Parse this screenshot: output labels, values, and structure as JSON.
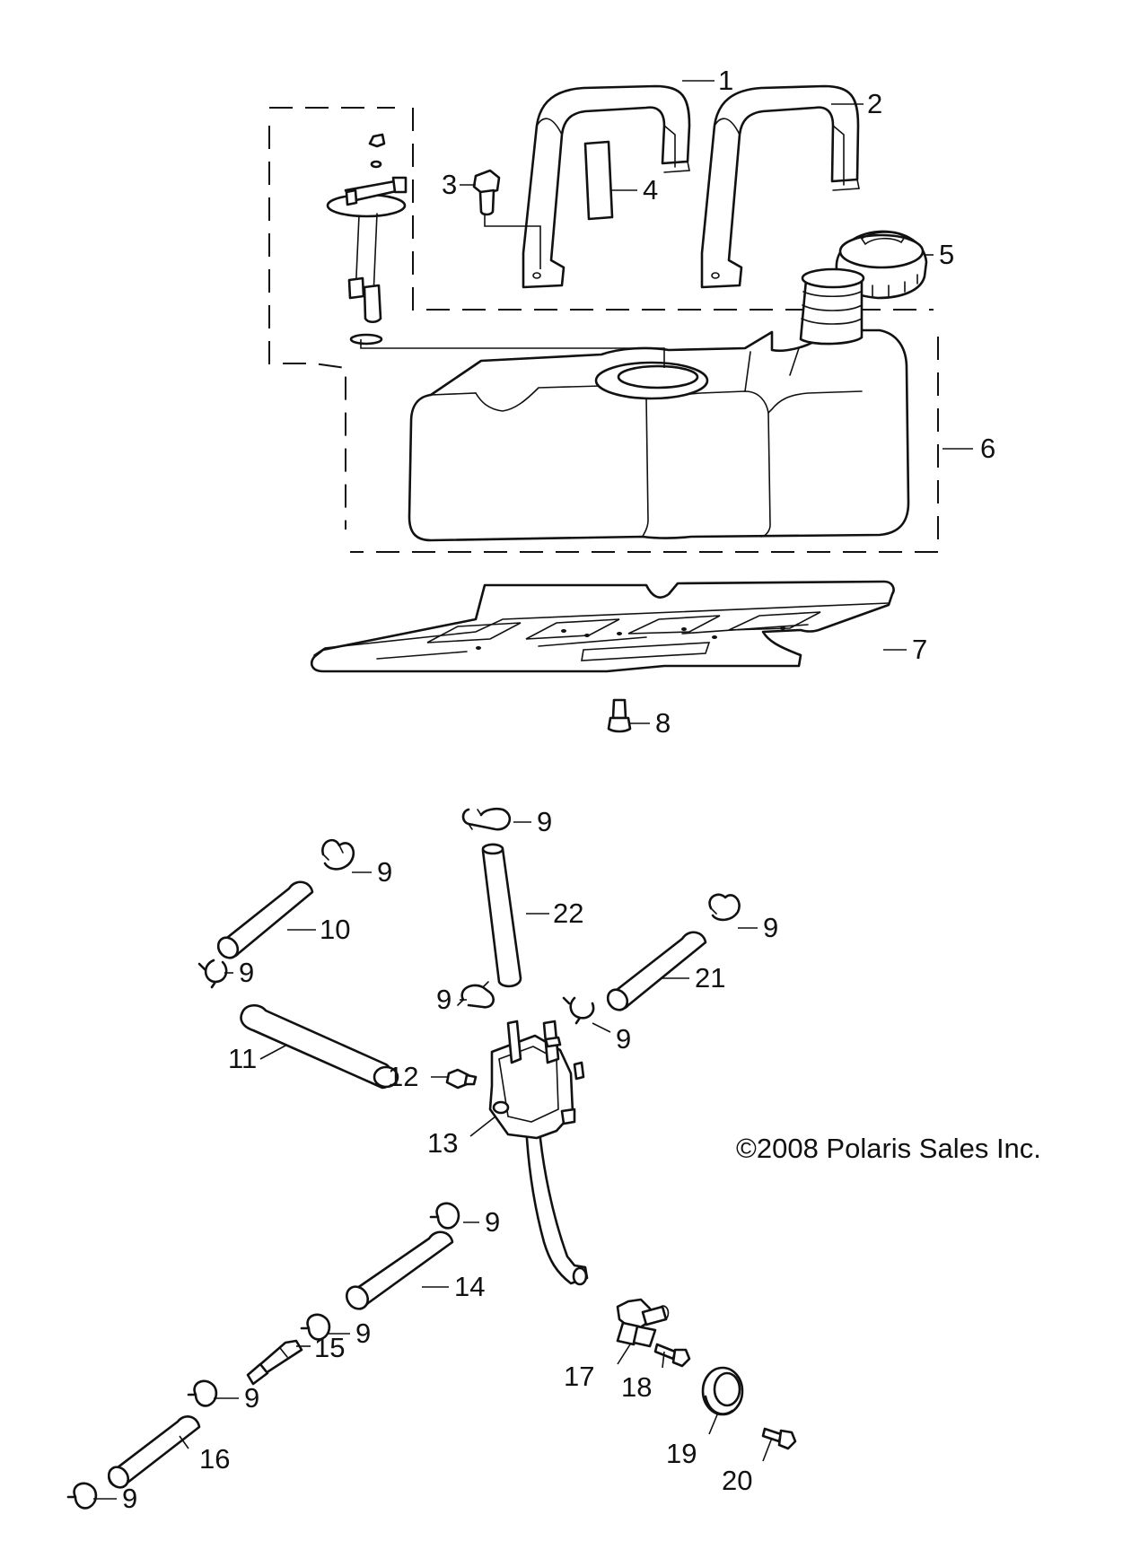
{
  "copyright": "©2008 Polaris Sales Inc.",
  "callouts": {
    "c1": "1",
    "c2": "2",
    "c3": "3",
    "c4": "4",
    "c5": "5",
    "c6": "6",
    "c7": "7",
    "c8": "8",
    "c9a": "9",
    "c9b": "9",
    "c9c": "9",
    "c9d": "9",
    "c9e": "9",
    "c9f": "9",
    "c9g": "9",
    "c9h": "9",
    "c9i": "9",
    "c9j": "9",
    "c10": "10",
    "c11": "11",
    "c12": "12",
    "c13": "13",
    "c14": "14",
    "c15": "15",
    "c16": "16",
    "c17": "17",
    "c18": "18",
    "c19": "19",
    "c20": "20",
    "c21": "21",
    "c22": "22"
  }
}
